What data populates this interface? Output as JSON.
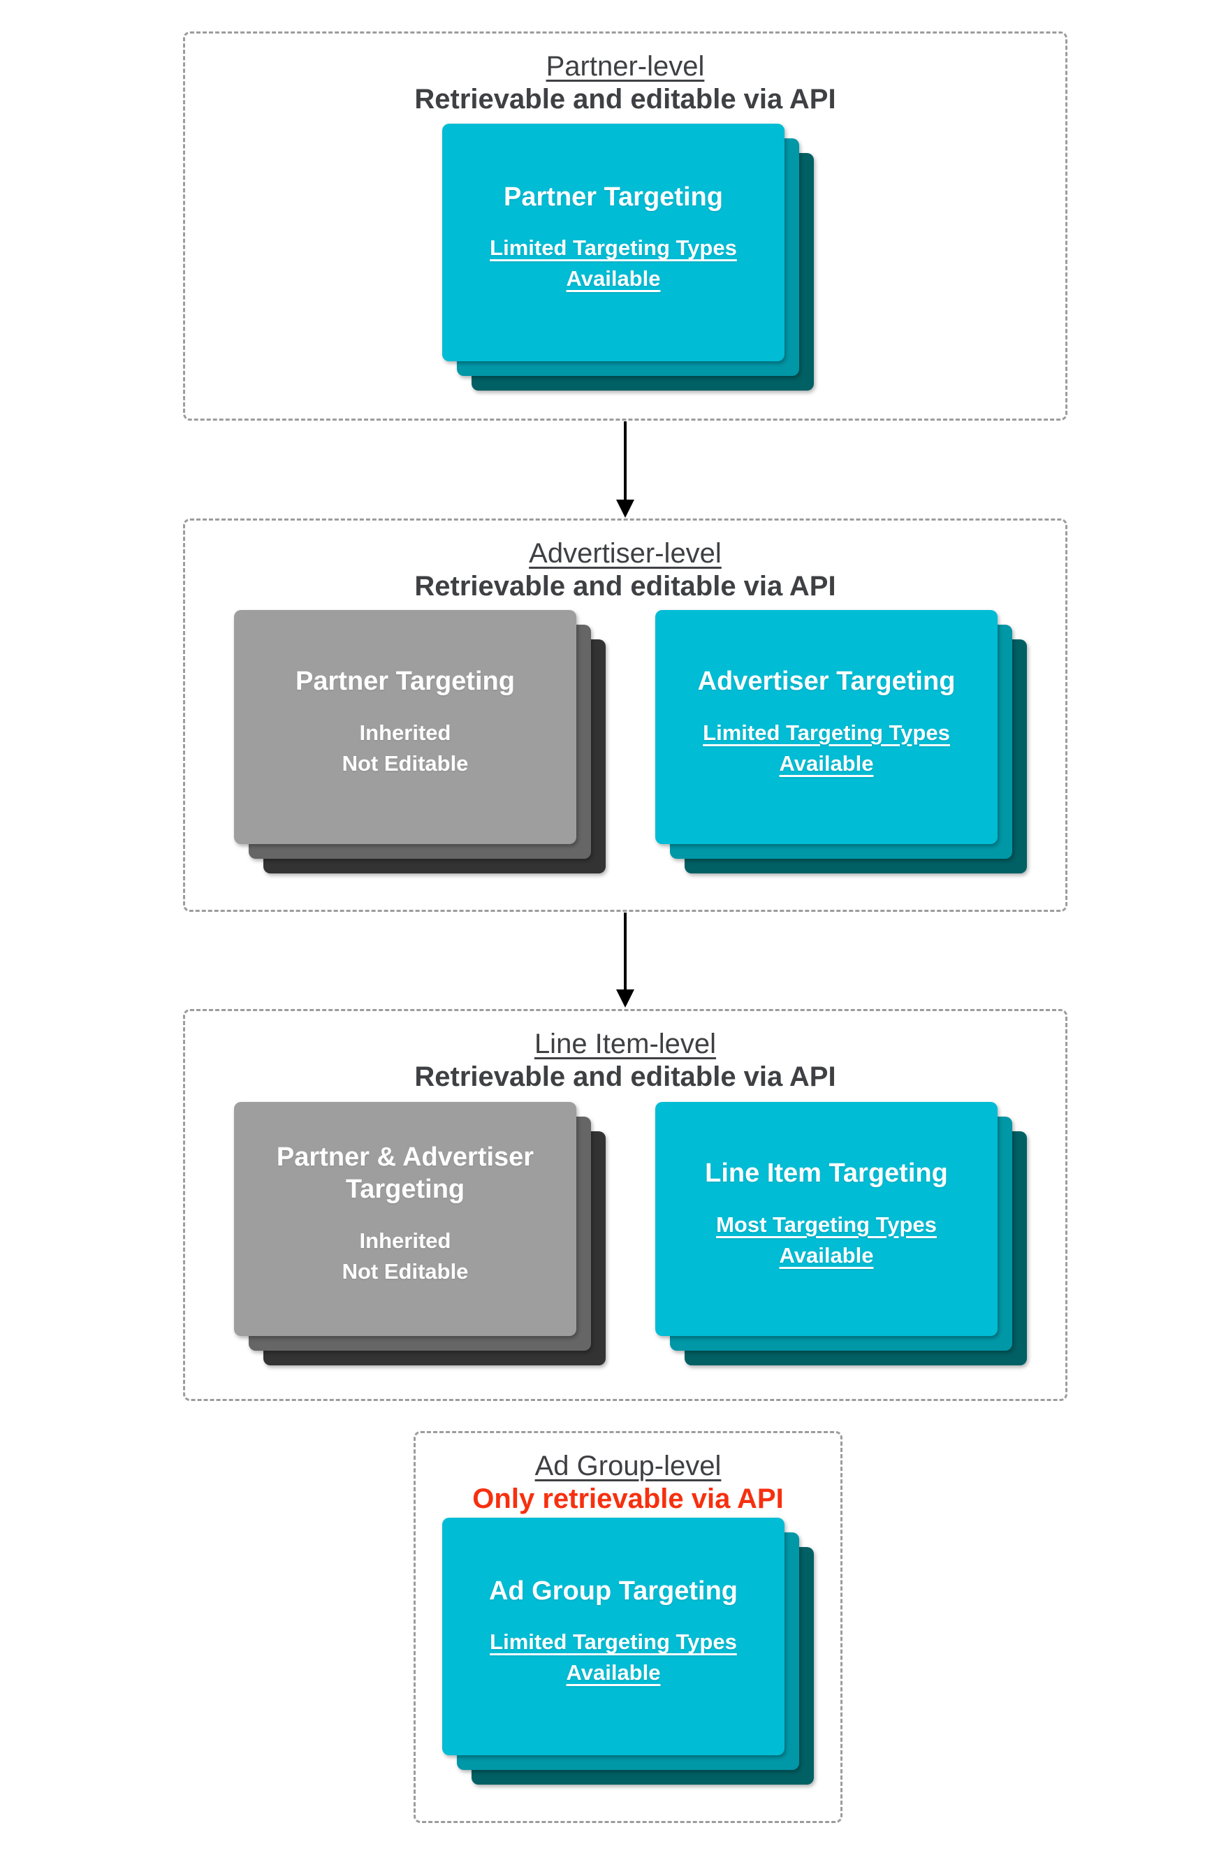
{
  "palette": {
    "card_cyan": "#00bcd4",
    "card_cyan_layer2": "#0097a7",
    "card_cyan_layer3": "#006064",
    "card_gray": "#9e9e9e",
    "card_gray_layer2": "#666666",
    "card_gray_layer3": "#333333",
    "heading_text": "#3f4043",
    "alert_red": "#f6300f",
    "card_text": "#ffffff",
    "dashed_border": "#9c9c9c",
    "arrow_black": "#000000"
  },
  "sections": [
    {
      "title": "Partner-level",
      "subtitle": "Retrievable and editable via API",
      "cards": [
        {
          "style": "cyan",
          "title": "Partner Targeting",
          "body": "Limited Targeting Types Available",
          "body_underlined": true
        }
      ]
    },
    {
      "title": "Advertiser-level",
      "subtitle": "Retrievable and editable via API",
      "cards": [
        {
          "style": "gray",
          "title": "Partner Targeting",
          "body_lines": [
            "Inherited",
            "Not Editable"
          ],
          "body_underlined": false
        },
        {
          "style": "cyan",
          "title": "Advertiser Targeting",
          "body": "Limited Targeting Types Available",
          "body_underlined": true
        }
      ]
    },
    {
      "title": "Line Item-level",
      "subtitle": "Retrievable and editable via API",
      "cards": [
        {
          "style": "gray",
          "title": "Partner & Advertiser Targeting",
          "body_lines": [
            "Inherited",
            "Not Editable"
          ],
          "body_underlined": false
        },
        {
          "style": "cyan",
          "title": "Line Item Targeting",
          "body": "Most Targeting Types Available",
          "body_underlined": true
        }
      ]
    },
    {
      "title": "Ad Group-level",
      "subtitle": "Only retrievable via API",
      "subtitle_style": "alert",
      "cards": [
        {
          "style": "cyan",
          "title": "Ad Group Targeting",
          "body": "Limited Targeting Types Available",
          "body_underlined": true
        }
      ]
    }
  ],
  "icons": {
    "flow_arrow": "down-arrow"
  }
}
